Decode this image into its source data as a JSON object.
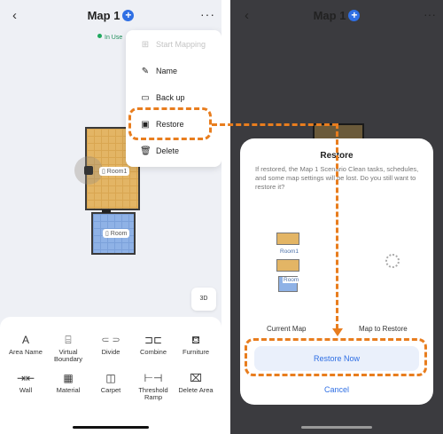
{
  "left": {
    "title": "Map 1",
    "plus": "+",
    "back": "‹",
    "more": "···",
    "status": "In Use",
    "rooms": {
      "upper": "Room1",
      "lower": "Room"
    },
    "zoom_label": "3D",
    "menu": [
      {
        "label": "Start Mapping",
        "icon": "⊞",
        "disabled": true
      },
      {
        "label": "Name",
        "icon": "✎"
      },
      {
        "label": "Back up",
        "icon": "▭"
      },
      {
        "label": "Restore",
        "icon": "▣"
      },
      {
        "label": "Delete",
        "icon": "🗑"
      }
    ],
    "tools": [
      {
        "label": "Area Name",
        "icon": "A"
      },
      {
        "label": "Virtual Boundary",
        "icon": "⌸"
      },
      {
        "label": "Divide",
        "icon": "⸦⸧"
      },
      {
        "label": "Combine",
        "icon": "⊐⊏"
      },
      {
        "label": "Furniture",
        "icon": "⛾"
      },
      {
        "label": "Wall",
        "icon": "⇥⇤"
      },
      {
        "label": "Material",
        "icon": "▦"
      },
      {
        "label": "Carpet",
        "icon": "◫"
      },
      {
        "label": "Threshold Ramp",
        "icon": "⊢⊣"
      },
      {
        "label": "Delete Area",
        "icon": "⌧"
      }
    ]
  },
  "right": {
    "title": "Map 1",
    "plus": "+",
    "back": "‹",
    "more": "···",
    "dialog": {
      "title": "Restore",
      "message": "If restored, the Map 1 Scenario Clean tasks, schedules, and some map settings will be lost. Do you still want to restore it?",
      "room1": "Room1",
      "room": "Room",
      "current_map": "Current Map",
      "map_to_restore": "Map to Restore",
      "restore_now": "Restore Now",
      "cancel": "Cancel"
    }
  },
  "colors": {
    "accent": "#2f6fe4",
    "annotation": "#e87d1e",
    "in_use": "#1fa85e"
  }
}
